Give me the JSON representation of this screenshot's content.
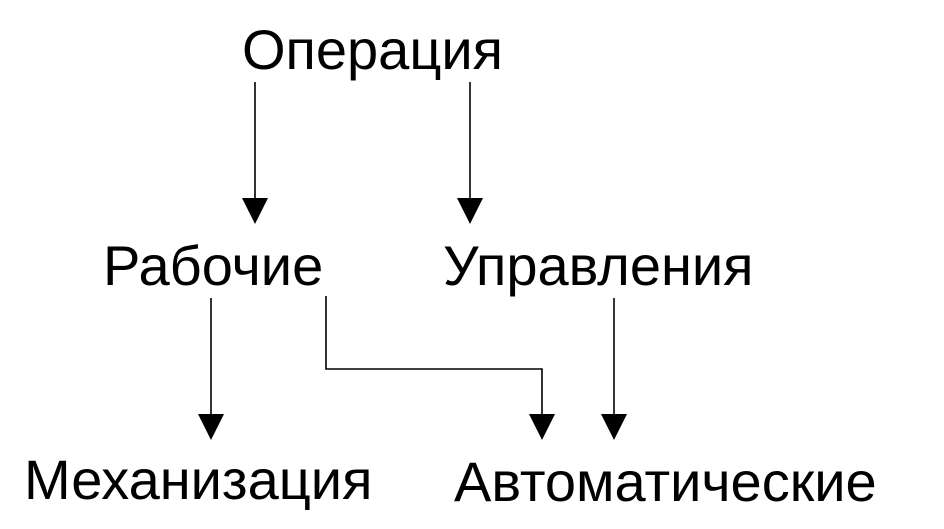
{
  "nodes": {
    "operation": "Операция",
    "working": "Рабочие",
    "control": "Управления",
    "mechanization": "Механизация",
    "automatic": "Автоматические"
  },
  "edges": [
    {
      "from": "operation",
      "to": "working"
    },
    {
      "from": "operation",
      "to": "control"
    },
    {
      "from": "working",
      "to": "mechanization"
    },
    {
      "from": "working",
      "to": "automatic"
    },
    {
      "from": "control",
      "to": "automatic"
    }
  ],
  "colors": {
    "line": "#000000",
    "text": "#000000",
    "background": "#ffffff"
  }
}
